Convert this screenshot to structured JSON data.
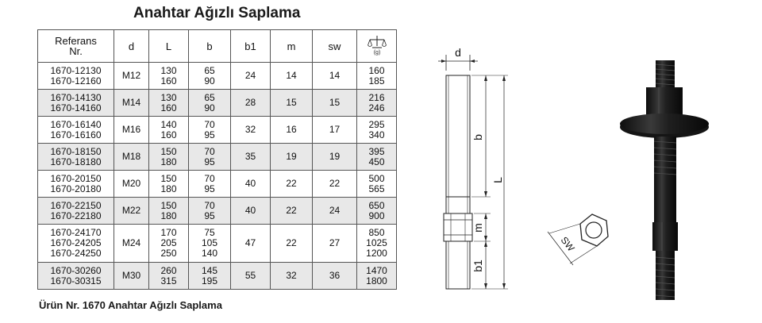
{
  "title": "Anahtar Ağızlı Saplama",
  "caption": "Ürün Nr. 1670 Anahtar Ağızlı Saplama",
  "table": {
    "headers": {
      "ref_line1": "Referans",
      "ref_line2": "Nr.",
      "d": "d",
      "L": "L",
      "b": "b",
      "b1": "b1",
      "m": "m",
      "sw": "sw",
      "weight_icon": "weight-scale-icon",
      "weight_unit": "(g)"
    },
    "rows": [
      {
        "refs": [
          "1670-12130",
          "1670-12160"
        ],
        "d": "M12",
        "L": [
          "130",
          "160"
        ],
        "b": [
          "65",
          "90"
        ],
        "b1": "24",
        "m": "14",
        "sw": "14",
        "weight": [
          "160",
          "185"
        ]
      },
      {
        "refs": [
          "1670-14130",
          "1670-14160"
        ],
        "d": "M14",
        "L": [
          "130",
          "160"
        ],
        "b": [
          "65",
          "90"
        ],
        "b1": "28",
        "m": "15",
        "sw": "15",
        "weight": [
          "216",
          "246"
        ]
      },
      {
        "refs": [
          "1670-16140",
          "1670-16160"
        ],
        "d": "M16",
        "L": [
          "140",
          "160"
        ],
        "b": [
          "70",
          "95"
        ],
        "b1": "32",
        "m": "16",
        "sw": "17",
        "weight": [
          "295",
          "340"
        ]
      },
      {
        "refs": [
          "1670-18150",
          "1670-18180"
        ],
        "d": "M18",
        "L": [
          "150",
          "180"
        ],
        "b": [
          "70",
          "95"
        ],
        "b1": "35",
        "m": "19",
        "sw": "19",
        "weight": [
          "395",
          "450"
        ]
      },
      {
        "refs": [
          "1670-20150",
          "1670-20180"
        ],
        "d": "M20",
        "L": [
          "150",
          "180"
        ],
        "b": [
          "70",
          "95"
        ],
        "b1": "40",
        "m": "22",
        "sw": "22",
        "weight": [
          "500",
          "565"
        ]
      },
      {
        "refs": [
          "1670-22150",
          "1670-22180"
        ],
        "d": "M22",
        "L": [
          "150",
          "180"
        ],
        "b": [
          "70",
          "95"
        ],
        "b1": "40",
        "m": "22",
        "sw": "24",
        "weight": [
          "650",
          "900"
        ]
      },
      {
        "refs": [
          "1670-24170",
          "1670-24205",
          "1670-24250"
        ],
        "d": "M24",
        "L": [
          "170",
          "205",
          "250"
        ],
        "b": [
          "75",
          "105",
          "140"
        ],
        "b1": "47",
        "m": "22",
        "sw": "27",
        "weight": [
          "850",
          "1025",
          "1200"
        ]
      },
      {
        "refs": [
          "1670-30260",
          "1670-30315"
        ],
        "d": "M30",
        "L": [
          "260",
          "315"
        ],
        "b": [
          "145",
          "195"
        ],
        "b1": "55",
        "m": "32",
        "sw": "36",
        "weight": [
          "1470",
          "1800"
        ]
      }
    ]
  },
  "drawing": {
    "labels": {
      "d": "d",
      "b": "b",
      "L": "L",
      "m": "m",
      "b1": "b1",
      "sw": "SW"
    }
  },
  "colors": {
    "shade": "#e8e8e8",
    "border": "#555555",
    "metal": "#1c1c1c"
  }
}
